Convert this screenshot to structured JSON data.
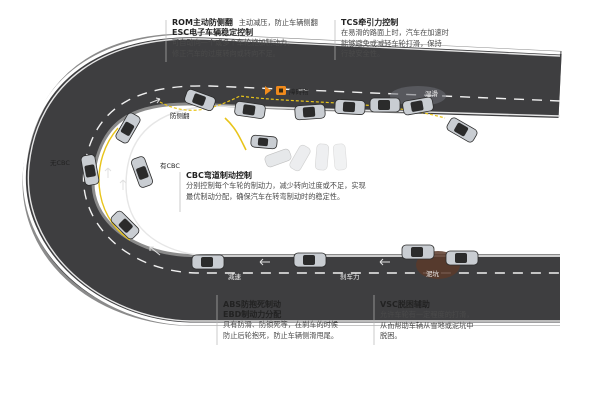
{
  "blocks": {
    "rom_esc": {
      "title_rom": "ROM主动防侧翻",
      "note_rom": "主动减压，防止车辆侧翻",
      "title_esc": "ESC电子车辆稳定控制",
      "body": [
        "可自动向一个或多个车轮施加制动力，",
        "修正汽车的过度转向或转向不足。"
      ]
    },
    "tcs": {
      "title": "TCS牵引力控制",
      "body": [
        "在易滑的路面上时，汽车在加速时",
        "能够避免或减轻车轮打滑，保持",
        "行驶安全性。"
      ]
    },
    "cbc": {
      "title": "CBC弯道制动控制",
      "body": [
        "分别控制每个车轮的制动力，减少转向过度或不足，实现",
        "最优制动分配，确保汽车在转弯制动时的稳定性。"
      ]
    },
    "abs_ebd": {
      "title_abs": "ABS防抱死制动",
      "title_ebd": "EBD制动力分配",
      "body": [
        "具有防滑、防锁死等，在刹车的时候",
        "防止后轮抱死，防止车辆侧滑甩尾。"
      ]
    },
    "vsc": {
      "title": "VSC脱困辅助",
      "body": [
        "允许车轮有一定程度的打滑，",
        "从而帮助车辆从雪地或泥坑中",
        "脱困。"
      ]
    }
  },
  "road_labels": {
    "anti_rollover": "防侧翻",
    "obstacle": "障碍物",
    "slippery": "湿滑",
    "no_cbc": "无CBC",
    "with_cbc": "有CBC",
    "slow_down": "减速",
    "braking_force": "刹车力",
    "mud_pit": "泥坑"
  },
  "colors": {
    "road": "#3e3e40",
    "road_edge": "#7a7a7a",
    "lane_mark": "#f0f0f0",
    "trajectory": "#e8c41a",
    "mud": "#5a3a2a",
    "warning": "#f08a1c",
    "car_body": "#c9cdd2",
    "car_dark": "#2b2b2b"
  }
}
